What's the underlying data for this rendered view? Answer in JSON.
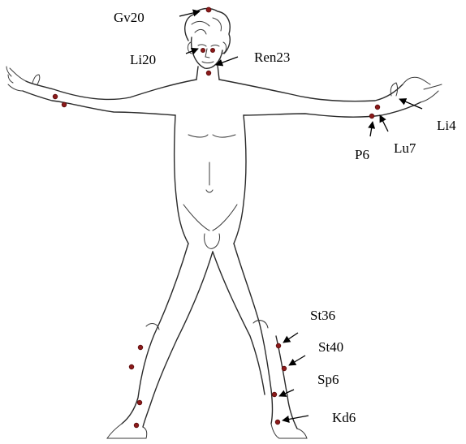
{
  "labels": {
    "gv20": "Gv20",
    "li20": "Li20",
    "ren23": "Ren23",
    "li4": "Li4",
    "lu7": "Lu7",
    "p6": "P6",
    "st36": "St36",
    "st40": "St40",
    "sp6": "Sp6",
    "kd6": "Kd6"
  },
  "colors": {
    "point": "#8b1a1a",
    "line": "#2a2a2a"
  }
}
